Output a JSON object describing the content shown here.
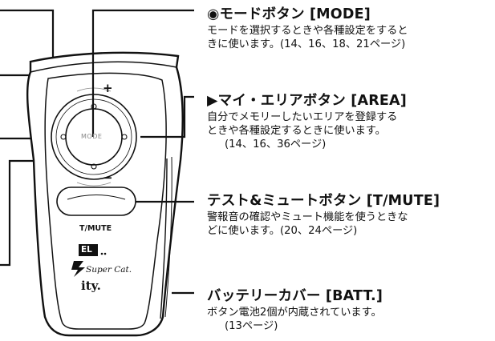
{
  "device": {
    "tmute_label": "T/MUTE",
    "mode_center_label": "MODE",
    "plus_label": "+",
    "minus_label": "−",
    "logo_el": "EL",
    "logo_super_cat": "Super Cat.",
    "logo_ity": "ity."
  },
  "callouts": {
    "mode": {
      "title": "◉モードボタン [MODE]",
      "desc": [
        "モードを選択するときや各種設定をすると",
        "きに使います。(14、16、18、21ページ)"
      ]
    },
    "area": {
      "title": "▶マイ・エリアボタン [AREA]",
      "desc": [
        "自分でメモリーしたいエリアを登録する",
        "ときや各種設定するときに使います。",
        "(14、16、36ページ)"
      ]
    },
    "test": {
      "title": "テスト&ミュートボタン [T/MUTE]",
      "desc": [
        "警報音の確認やミュート機能を使うときな",
        "どに使います。(20、24ページ)"
      ]
    },
    "batt": {
      "title": "バッテリーカバー [BATT.]",
      "desc": [
        "ボタン電池2個が内蔵されています。",
        "(13ページ)"
      ]
    }
  }
}
